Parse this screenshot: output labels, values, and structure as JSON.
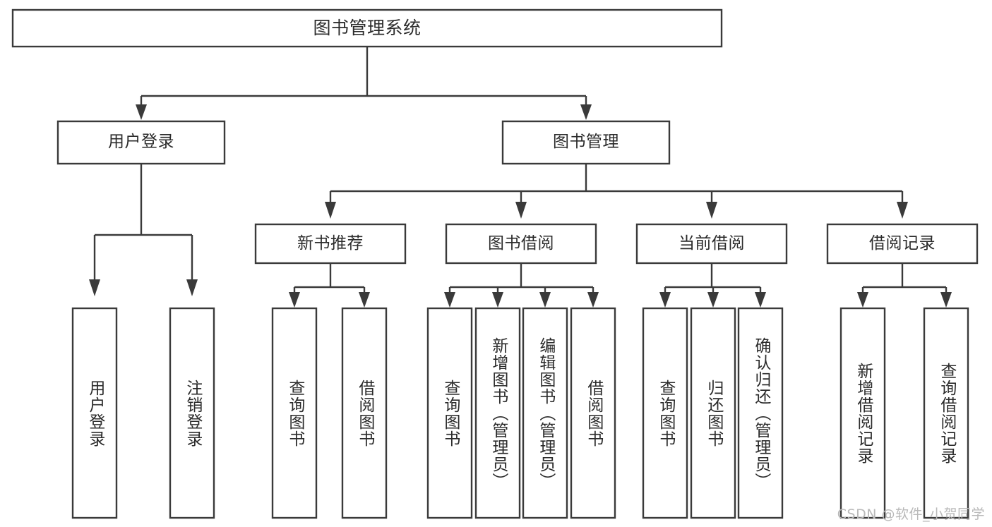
{
  "diagram": {
    "type": "tree",
    "title": "图书管理系统",
    "orientation": "top-down",
    "colors": {
      "stroke": "#3a3a3a",
      "fill": "#ffffff",
      "text": "#2b2b2b",
      "watermark": "#b9b9b9",
      "background": "#ffffff"
    },
    "root": {
      "label": "图书管理系统"
    },
    "level2": [
      {
        "label": "用户登录"
      },
      {
        "label": "图书管理"
      }
    ],
    "level3": [
      {
        "label": "新书推荐"
      },
      {
        "label": "图书借阅"
      },
      {
        "label": "当前借阅"
      },
      {
        "label": "借阅记录"
      }
    ],
    "leaves": {
      "user_login": [
        {
          "label": "用户登录"
        },
        {
          "label": "注销登录"
        }
      ],
      "new_book_recommend": [
        {
          "label": "查询图书"
        },
        {
          "label": "借阅图书"
        }
      ],
      "book_borrow": [
        {
          "label": "查询图书"
        },
        {
          "label": "新增图书（管理员）"
        },
        {
          "label": "编辑图书（管理员）"
        },
        {
          "label": "借阅图书"
        }
      ],
      "current_borrow": [
        {
          "label": "查询图书"
        },
        {
          "label": "归还图书"
        },
        {
          "label": "确认归还（管理员）"
        }
      ],
      "borrow_record": [
        {
          "label": "新增借阅记录"
        },
        {
          "label": "查询借阅记录"
        }
      ]
    }
  },
  "watermark": {
    "text": "CSDN @软件_小贺同学"
  }
}
